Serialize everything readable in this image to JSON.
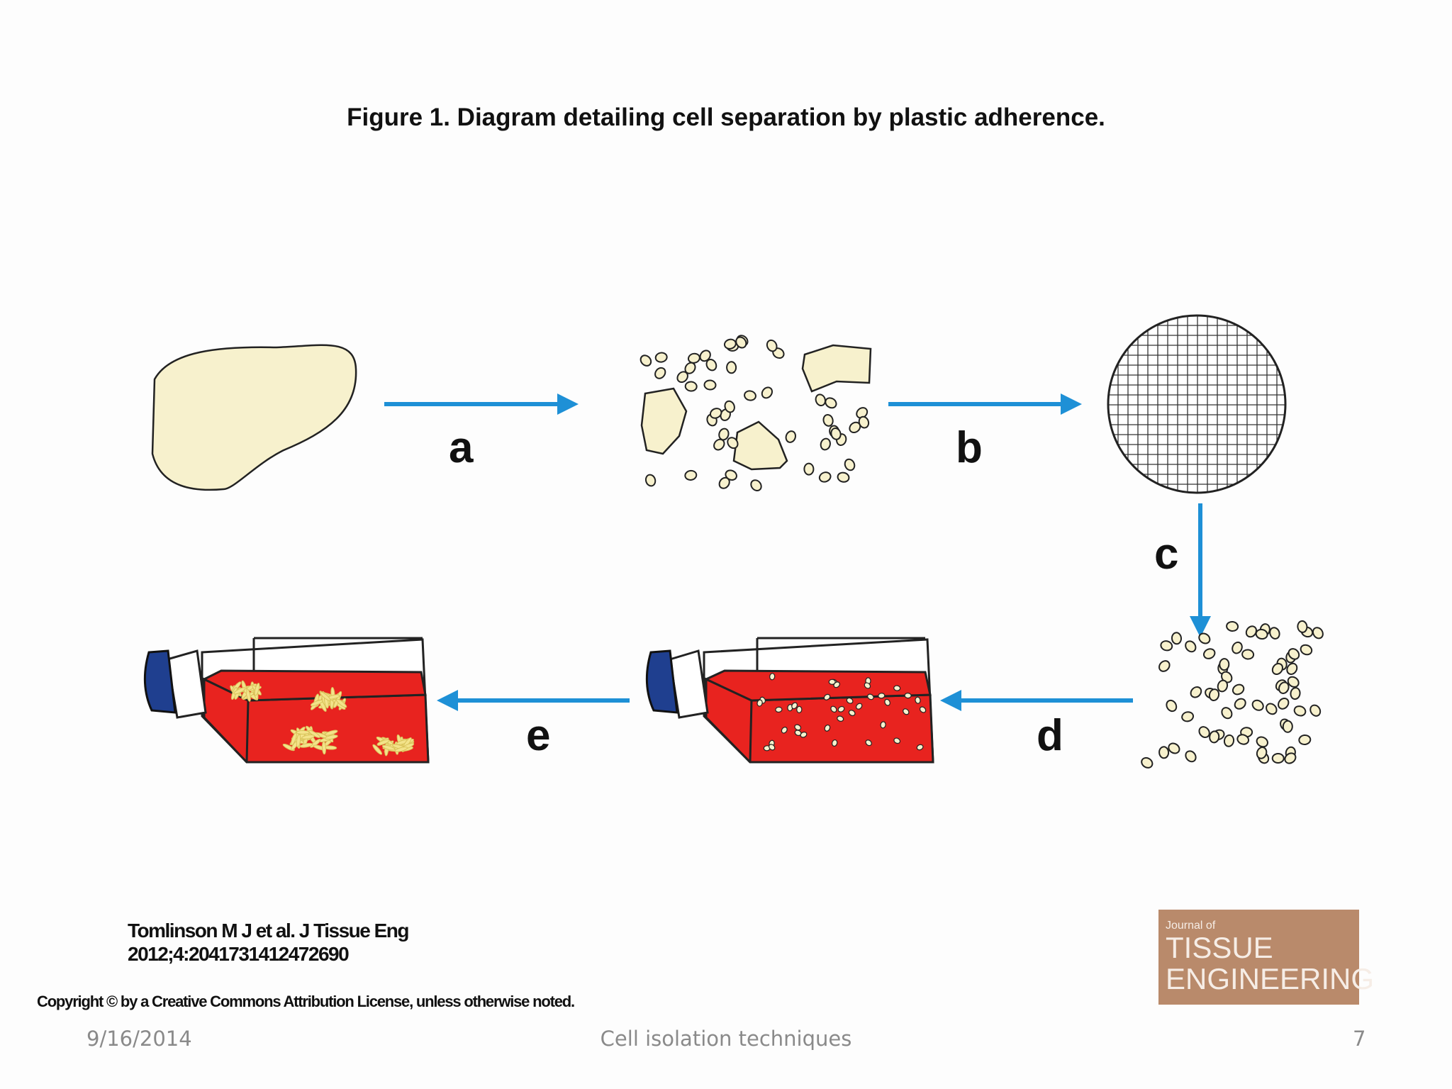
{
  "figure": {
    "title": "Figure 1. Diagram detailing cell separation by plastic adherence."
  },
  "steps": [
    {
      "label": "a"
    },
    {
      "label": "b"
    },
    {
      "label": "c"
    },
    {
      "label": "d"
    },
    {
      "label": "e"
    }
  ],
  "colors": {
    "arrow": "#1e90d6",
    "tissue_fill": "#f7f1cd",
    "medium_red": "#e8231f",
    "cap_blue": "#1f3f8f",
    "logo_bg": "#b98a6b"
  },
  "citation": {
    "line1": "Tomlinson M J et al. J Tissue Eng",
    "line2": "2012;4:2041731412472690"
  },
  "copyright": "Copyright © by a Creative Commons Attribution License, unless otherwise noted.",
  "logo": {
    "line1": "Journal of",
    "line2": "TISSUE",
    "line3": "ENGINEERING"
  },
  "footer": {
    "date": "9/16/2014",
    "title": "Cell isolation techniques",
    "page": "7"
  }
}
